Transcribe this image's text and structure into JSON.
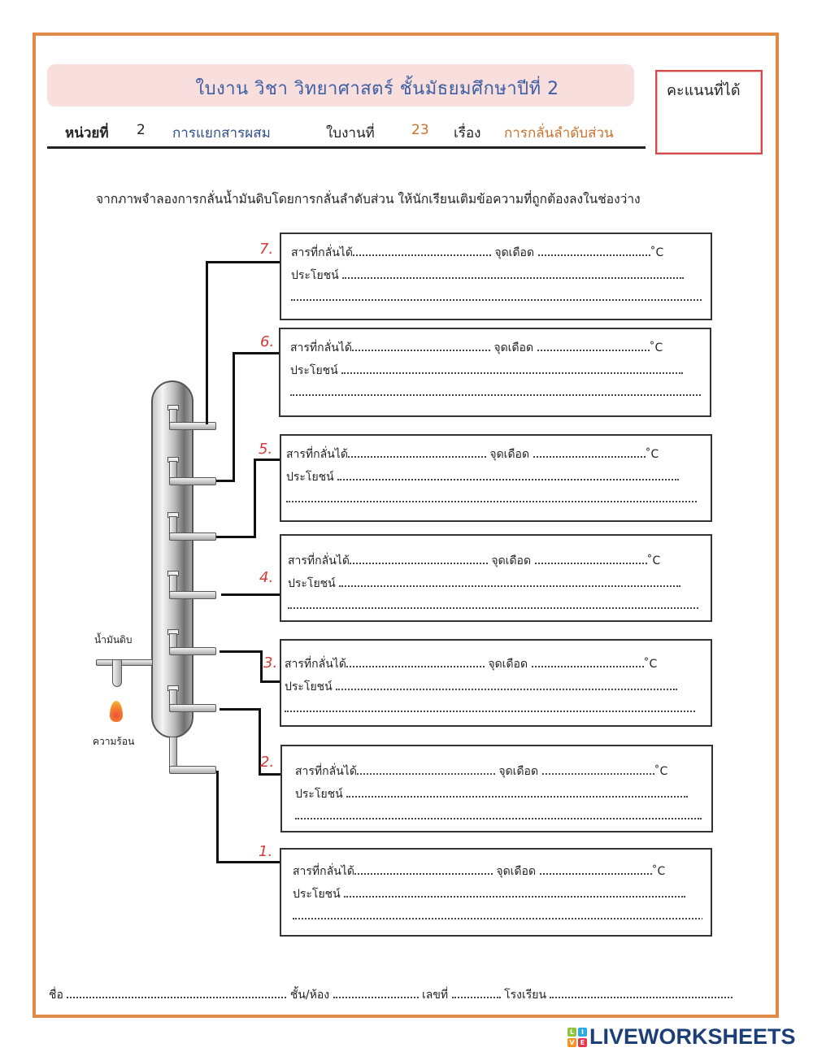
{
  "header": {
    "title": "ใบงาน วิชา วิทยาศาสตร์  ชั้นมัธยมศึกษาปีที่ 2",
    "score_label": "คะแนนที่ได้",
    "unit_label": "หน่วยที่",
    "unit_number": "2",
    "unit_name": "การแยกสารผสม",
    "sheet_label": "ใบงานที่",
    "sheet_number": "23",
    "topic_label": "เรื่อง",
    "topic_name": "การกลั่นลำดับส่วน"
  },
  "instruction": "จากภาพจำลองการกลั่นน้ำมันดิบโดยการกลั่นลำดับส่วน ให้นักเรียนเติมข้อความที่ถูกต้องลงในช่องว่าง",
  "diagram": {
    "crude_oil_label": "น้ำมันดิบ",
    "heat_label": "ความร้อน",
    "fractions": [
      {
        "number": "7.",
        "substance_label": "สารที่กลั่นได้",
        "boiling_label": "จุดเดือด",
        "unit": "˚C",
        "use_label": "ประโยชน์",
        "substance_value": "",
        "boiling_value": "",
        "use_value": ""
      },
      {
        "number": "6.",
        "substance_label": "สารที่กลั่นได้",
        "boiling_label": "จุดเดือด",
        "unit": "˚C",
        "use_label": "ประโยชน์",
        "substance_value": "",
        "boiling_value": "",
        "use_value": ""
      },
      {
        "number": "5.",
        "substance_label": "สารที่กลั่นได้",
        "boiling_label": "จุดเดือด",
        "unit": "˚C",
        "use_label": "ประโยชน์",
        "substance_value": "",
        "boiling_value": "",
        "use_value": ""
      },
      {
        "number": "4.",
        "substance_label": "สารที่กลั่นได้",
        "boiling_label": "จุดเดือด",
        "unit": "˚C",
        "use_label": "ประโยชน์",
        "substance_value": "",
        "boiling_value": "",
        "use_value": ""
      },
      {
        "number": "3.",
        "substance_label": "สารที่กลั่นได้",
        "boiling_label": "จุดเดือด",
        "unit": "˚C",
        "use_label": "ประโยชน์",
        "substance_value": "",
        "boiling_value": "",
        "use_value": ""
      },
      {
        "number": "2.",
        "substance_label": "สารที่กลั่นได้",
        "boiling_label": "จุดเดือด",
        "unit": "˚C",
        "use_label": "ประโยชน์",
        "substance_value": "",
        "boiling_value": "",
        "use_value": ""
      },
      {
        "number": "1.",
        "substance_label": "สารที่กลั่นได้",
        "boiling_label": "จุดเดือด",
        "unit": "˚C",
        "use_label": "ประโยชน์",
        "substance_value": "",
        "boiling_value": "",
        "use_value": ""
      }
    ]
  },
  "footer": {
    "name_label": "ชื่อ",
    "class_label": "ชั้น/ห้อง",
    "number_label": "เลขที่",
    "school_label": "โรงเรียน"
  },
  "brand": {
    "name": "LIVEWORKSHEETS",
    "icon_letters": [
      "L",
      "I",
      "V",
      "E"
    ],
    "icon_colors": [
      "#8cc63f",
      "#29abe2",
      "#f7931e",
      "#e2384b"
    ]
  }
}
